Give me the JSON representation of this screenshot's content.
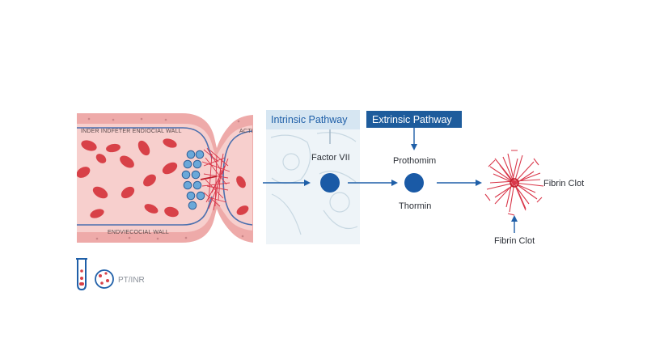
{
  "vessel": {
    "top_wall_label": "INDER INDFETER ENDIOCIAL WALL",
    "top_right_label": "ACTI",
    "bottom_wall_label": "ENDVIECOCIAL WALL"
  },
  "pathways": {
    "intrinsic_label": "Intrinsic Pathway",
    "extrinsic_label": "Extrinsic Pathway"
  },
  "nodes": {
    "factor_label": "Factor VII",
    "prothrombin_label": "Prothomim",
    "thrombin_label": "Thormin",
    "fibrin_right_label": "Fibrin Clot",
    "fibrin_below_label": "Fibrin Clot"
  },
  "legend": {
    "test_label": "PT/INR"
  },
  "colors": {
    "accent_blue": "#1f5fa8",
    "node_blue": "#1a5aa6",
    "header_box": "#1e5c9c",
    "header_light": "#dbe8f2",
    "vessel_wall": "#e8a3a5",
    "vessel_lumen": "#f5c9c9",
    "rbc": "#d84148",
    "platelet": "#5f9fd3",
    "fibrin": "#d9374a"
  },
  "icons": [
    "test-tube-icon",
    "blood-sample-icon",
    "fibrin-clot-icon"
  ]
}
